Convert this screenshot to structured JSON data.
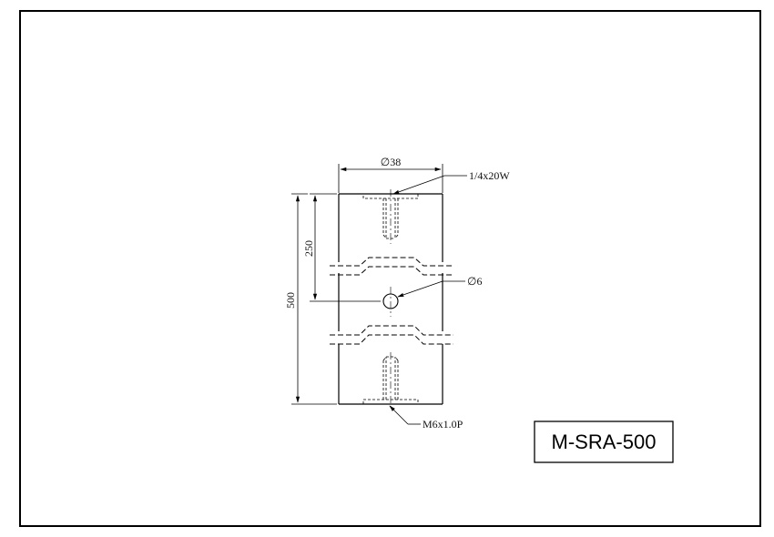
{
  "drawing": {
    "part_number": "M-SRA-500",
    "dimensions": {
      "diameter": "∅38",
      "top_thread": "1/4x20W",
      "bottom_thread": "M6x1.0P",
      "hole_diameter": "∅6",
      "half_length": "250",
      "total_length": "500"
    }
  }
}
